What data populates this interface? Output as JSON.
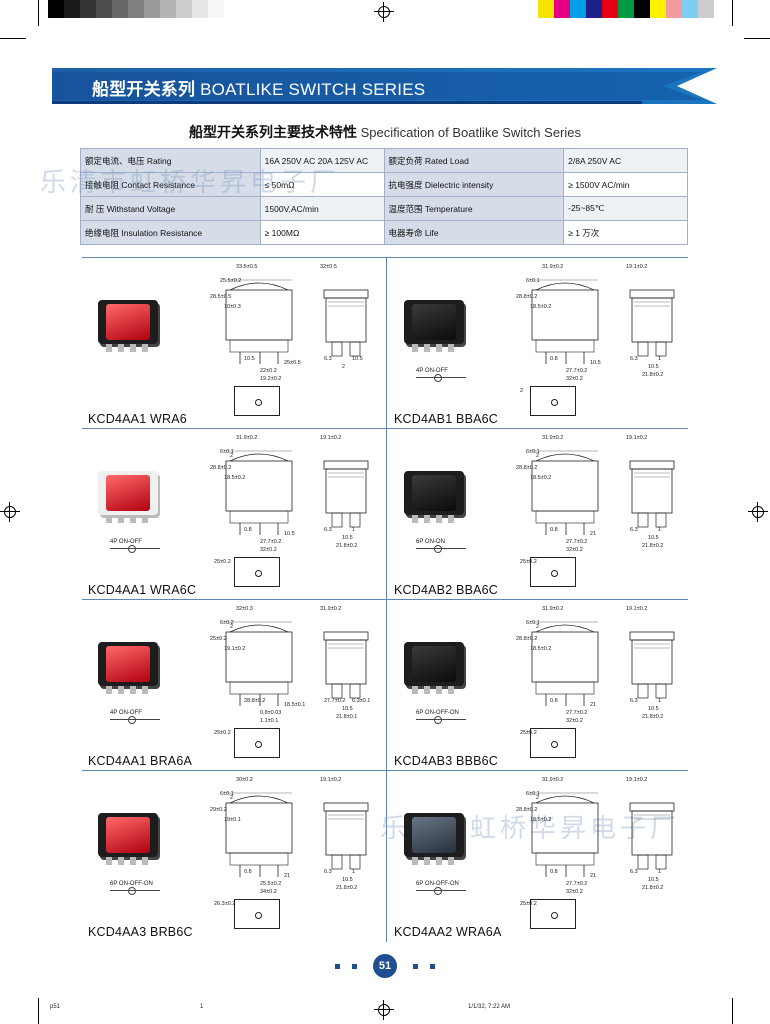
{
  "header": {
    "title_cn": "船型开关系列",
    "title_en": "BOATLIKE SWITCH SERIES"
  },
  "spec": {
    "title_cn": "船型开关系列主要技术特性",
    "title_en": "Specification of Boatlike Switch Series",
    "rows": [
      {
        "k1": "额定电流、电压 Rating",
        "v1": "16A 250V AC 20A 125V AC",
        "k2": "额定负荷 Rated Load",
        "v2": "2/8A 250V AC"
      },
      {
        "k1": "接触电阻 Contact Resistance",
        "v1": "≤ 50mΩ",
        "k2": "抗电强度 Dielectric intensity",
        "v2": "≥ 1500V AC/min"
      },
      {
        "k1": "耐 压 Withstand Voltage",
        "v1": "1500V,AC/min",
        "k2": "温度范围 Temperature",
        "v2": "-25~85℃"
      },
      {
        "k1": "绝缘电阻 Insulation Resistance",
        "v1": "≥ 100MΩ",
        "k2": "电器寿命 Life",
        "v2": "≥ 1 万次"
      }
    ]
  },
  "watermark": "乐清市虹桥华昇电子厂",
  "products": [
    {
      "model": "KCD4AA1   WRA6",
      "circuit": "",
      "dims": [
        "33.5±0.5",
        "32±0.5",
        "25.5±0.2",
        "28.5±0.5",
        "10±0.3",
        "10.5",
        "25±0.5",
        "22±0.2",
        "19.2±0.2",
        "6.3",
        "10.5",
        "2"
      ]
    },
    {
      "model": "KCD4AB1   BBA6C",
      "circuit": "4P ON-OFF",
      "dims": [
        "31.9±0.2",
        "19.1±0.2",
        "6±0.1",
        "28.8±0.2",
        "18.5±0.2",
        "0.8",
        "10.5",
        "27.7±0.2",
        "32±0.2",
        "6.3",
        "1",
        "10.5",
        "21.8±0.2",
        "2"
      ]
    },
    {
      "model": "KCD4AA1   WRA6C",
      "circuit": "4P ON-OFF",
      "dims": [
        "31.9±0.2",
        "19.1±0.2",
        "6±0.1",
        "28.8±0.2",
        "18.5±0.2",
        "0.8",
        "10.5",
        "27.7±0.2",
        "32±0.2",
        "6.3",
        "1",
        "10.5",
        "21.8±0.2",
        "25±0.2",
        "2"
      ]
    },
    {
      "model": "KCD4AB2   BBA6C",
      "circuit": "6P ON-ON",
      "dims": [
        "31.9±0.2",
        "19.1±0.2",
        "6±0.1",
        "28.8±0.2",
        "18.5±0.2",
        "0.8",
        "21",
        "27.7±0.2",
        "32±0.2",
        "6.3",
        "1",
        "10.5",
        "21.8±0.2",
        "25±0.2",
        "2"
      ]
    },
    {
      "model": "KCD4AA1 BRA6A",
      "circuit": "4P ON-OFF",
      "dims": [
        "32±0.3",
        "31.9±0.2",
        "6±0.2",
        "25±0.2",
        "19.1±0.2",
        "28.8±0.2",
        "18.5±0.1",
        "0.8±0.03",
        "1.1±0.1",
        "27.7±0.2",
        "6.3±0.1",
        "10.5",
        "21.8±0.1",
        "25±0.2",
        "2"
      ]
    },
    {
      "model": "KCD4AB3   BBB6C",
      "circuit": "6P ON-OFF-ON",
      "dims": [
        "31.9±0.2",
        "19.1±0.2",
        "6±0.1",
        "28.8±0.2",
        "18.5±0.2",
        "0.8",
        "21",
        "27.7±0.2",
        "32±0.2",
        "6.3",
        "1",
        "10.5",
        "21.8±0.2",
        "25±0.2",
        "2"
      ]
    },
    {
      "model": "KCD4AA3 BRB6C",
      "circuit": "6P ON-OFF-ON",
      "dims": [
        "30±0.2",
        "19.1±0.2",
        "6±0.1",
        "29±0.2",
        "19±0.1",
        "0.8",
        "21",
        "25.5±0.2",
        "34±0.2",
        "6.3",
        "1",
        "10.5",
        "21.8±0.2",
        "26.3±0.2",
        "2"
      ]
    },
    {
      "model": "KCD4AA2   WRA6A",
      "circuit": "6P ON-OFF-ON",
      "dims": [
        "31.9±0.2",
        "19.1±0.2",
        "6±0.1",
        "28.8±0.2",
        "18.5±0.2",
        "0.8",
        "21",
        "27.7±0.2",
        "32±0.2",
        "6.3",
        "1",
        "10.5",
        "21.8±0.2",
        "25±0.2",
        "2"
      ]
    }
  ],
  "page_number": "51",
  "footer": {
    "left": "p51",
    "middle": "1",
    "right": "1/1/32, 7:22 AM"
  },
  "colors": {
    "banner": "#1d5fa8",
    "table_key_bg": "#d6dde9",
    "grid_line": "#5f86b8"
  }
}
